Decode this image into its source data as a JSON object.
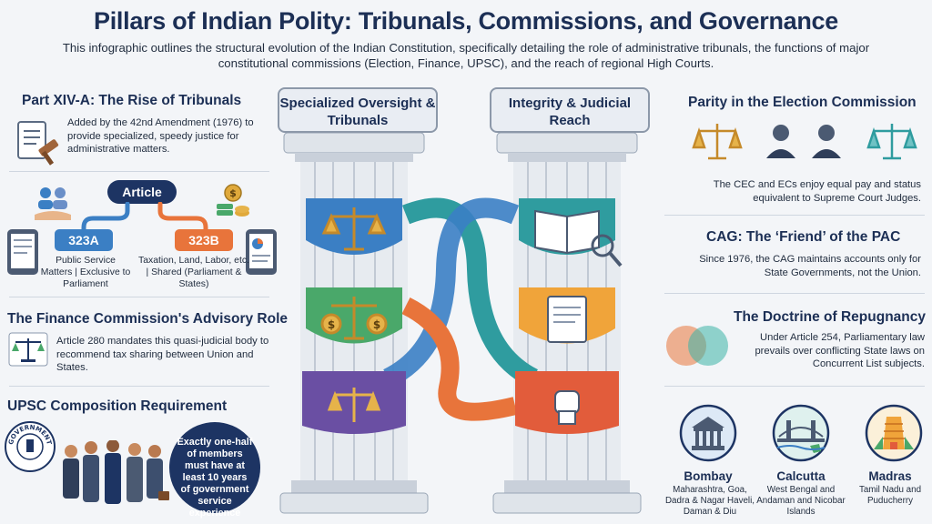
{
  "header": {
    "title": "Pillars of Indian Polity: Tribunals,  Commissions, and Governance",
    "subtitle": "This infographic outlines the structural evolution of the Indian Constitution, specifically detailing the role of administrative tribunals, the functions of major constitutional commissions (Election, Finance, UPSC), and the reach of regional High Courts."
  },
  "tribunals": {
    "heading": "Part XIV-A: The Rise of Tribunals",
    "text": "Added by the 42nd Amendment (1976) to provide specialized, speedy justice for administrative matters."
  },
  "article": {
    "label": "Article",
    "left_code": "323A",
    "left_text": "Public Service Matters | Exclusive to Parliament",
    "right_code": "323B",
    "right_text": "Taxation, Land, Labor, etc. | Shared (Parliament & States)"
  },
  "finance": {
    "heading": "The Finance Commission's Advisory Role",
    "text": "Article 280 mandates this quasi-judicial body to recommend tax sharing between Union and States."
  },
  "upsc": {
    "heading": "UPSC Composition Requirement",
    "seal_text": "GOVERNMENT",
    "circle_text": "Exactly one-half of members must have at least 10 years of government service experience"
  },
  "pillars": {
    "left_header": "Specialized Oversight & Tribunals",
    "right_header": "Integrity & Judicial Reach"
  },
  "election": {
    "heading": "Parity in the Election Commission",
    "text": "The CEC and ECs enjoy equal pay and status equivalent to Supreme Court Judges."
  },
  "cag": {
    "heading": "CAG: The ‘Friend’ of the PAC",
    "text": "Since 1976, the CAG maintains accounts only for State Governments, not the Union."
  },
  "repugnancy": {
    "heading": "The Doctrine of Repugnancy",
    "text": "Under Article 254, Parliamentary law prevails over conflicting State laws on Concurrent List subjects."
  },
  "courts": [
    {
      "name": "Bombay",
      "sub": "Maharashtra, Goa, Dadra & Nagar Haveli, Daman & Diu"
    },
    {
      "name": "Calcutta",
      "sub": "West Bengal and Andaman and Nicobar Islands"
    },
    {
      "name": "Madras",
      "sub": "Tamil Nadu and Puducherry"
    }
  ],
  "colors": {
    "navy": "#1d3463",
    "blue": "#3b7fc4",
    "orange": "#e8743b",
    "green": "#4aa86a",
    "purple": "#6a4fa3",
    "teal": "#2f9c9f"
  }
}
